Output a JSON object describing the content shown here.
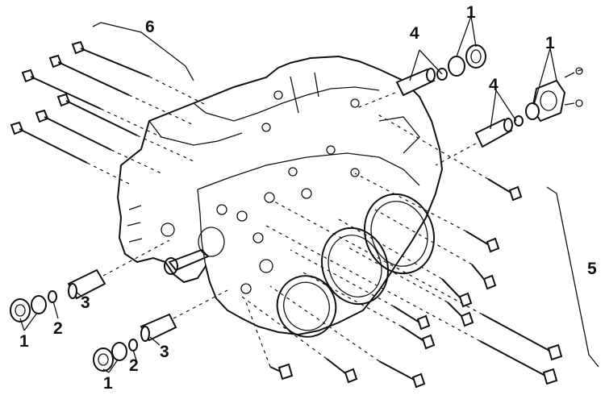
{
  "diagram": {
    "callouts": {
      "c1_top_a": "1",
      "c1_top_b": "1",
      "c1_bottom_a": "1",
      "c1_bottom_b": "1",
      "c2_a": "2",
      "c2_b": "2",
      "c3_a": "3",
      "c3_b": "3",
      "c4_a": "4",
      "c4_b": "4",
      "c5": "5",
      "c6": "6"
    }
  }
}
